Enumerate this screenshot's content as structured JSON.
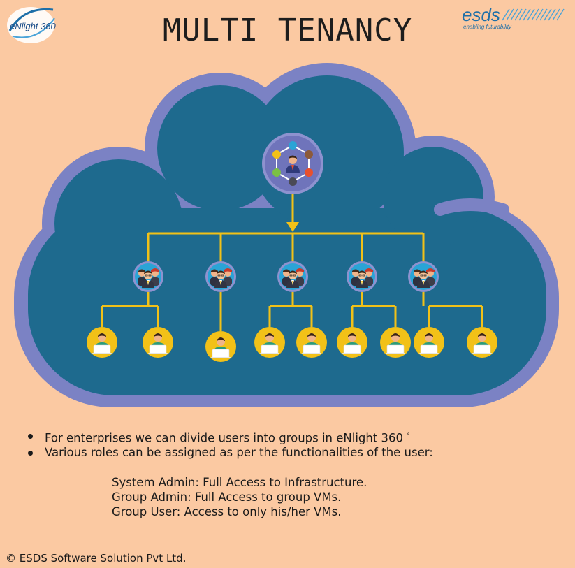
{
  "header": {
    "title": "MULTI TENANCY",
    "left_logo_text": "eNlight 360",
    "right_logo_text": "esds",
    "right_logo_tagline": "enabling futurability"
  },
  "bullets": [
    {
      "text": "For enterprises we can divide users into groups in eNlight 360",
      "suffix": "°"
    },
    {
      "text": "Various  roles can be assigned as per the functionalities of the user:",
      "suffix": ""
    }
  ],
  "roles": [
    "System Admin:  Full Access to Infrastructure.",
    "Group Admin: Full Access to group VMs.",
    "Group User: Access to only his/her VMs."
  ],
  "footer": {
    "copyright": "© ESDS Software Solution Pvt Ltd."
  },
  "colors": {
    "background": "#fbc9a2",
    "cloud_outer": "#7b82c4",
    "cloud_inner": "#1e6a8e",
    "connector": "#f2c118",
    "node_ring": "#8e92cf"
  },
  "diagram": {
    "root": {
      "icon": "admin-network-icon"
    },
    "groups": [
      {
        "icon": "group-admin-icon",
        "users": 2
      },
      {
        "icon": "group-admin-icon",
        "users": 1
      },
      {
        "icon": "group-admin-icon",
        "users": 2
      },
      {
        "icon": "group-admin-icon",
        "users": 2
      },
      {
        "icon": "group-admin-icon",
        "users": 2
      }
    ],
    "user_icon": "user-laptop-icon"
  }
}
